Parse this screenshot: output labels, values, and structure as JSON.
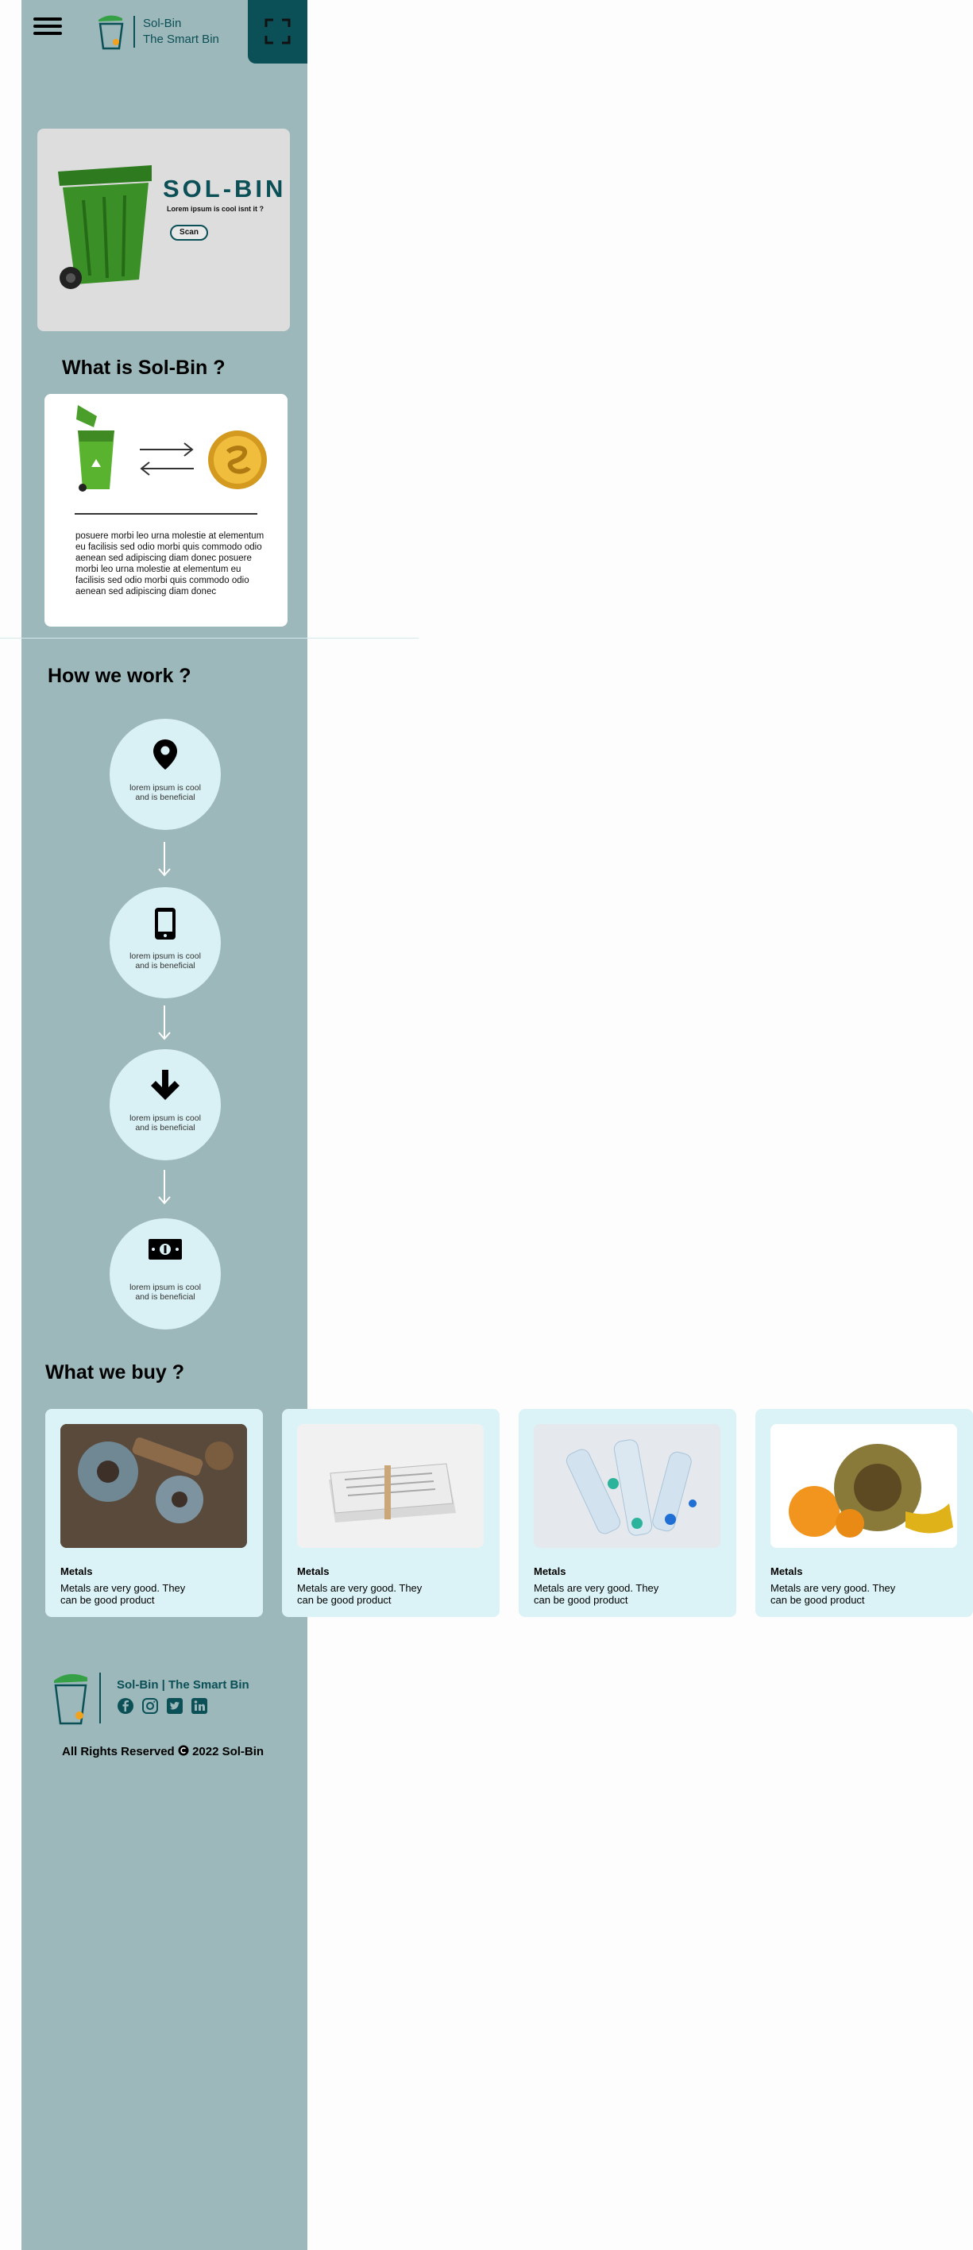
{
  "header": {
    "brand_line1": "Sol-Bin",
    "brand_line2": "The Smart Bin",
    "menu_icon": "hamburger-icon",
    "scan_icon": "scan-frame-icon"
  },
  "hero": {
    "title": "SOL-BIN",
    "subtitle": "Lorem ipsum is cool isnt it ?",
    "scan_label": "Scan"
  },
  "what": {
    "heading": "What is Sol-Bin ?",
    "text": "posuere morbi leo urna molestie at elementum eu facilisis sed odio morbi quis commodo odio aenean sed adipiscing diam donec posuere morbi leo urna molestie at elementum eu facilisis sed odio morbi quis commodo odio aenean sed adipiscing diam donec"
  },
  "how": {
    "heading": "How we work ?",
    "steps": [
      {
        "icon": "location-pin-icon",
        "line1": "lorem ipsum is cool",
        "line2": "and is beneficial"
      },
      {
        "icon": "smartphone-icon",
        "line1": "lorem ipsum is cool",
        "line2": "and is beneficial"
      },
      {
        "icon": "arrow-down-icon",
        "line1": "lorem ipsum is cool",
        "line2": "and is beneficial"
      },
      {
        "icon": "money-bill-icon",
        "line1": "lorem ipsum is cool",
        "line2": "and is beneficial"
      }
    ]
  },
  "buy": {
    "heading": "What we buy ?",
    "cards": [
      {
        "title": "Metals",
        "desc1": "Metals are very good. They",
        "desc2": "can be good product"
      },
      {
        "title": "Metals",
        "desc1": "Metals are very good. They",
        "desc2": "can be good product"
      },
      {
        "title": "Metals",
        "desc1": "Metals are very good. They",
        "desc2": "can be good product"
      },
      {
        "title": "Metals",
        "desc1": "Metals are very good. They",
        "desc2": "can be good product"
      }
    ]
  },
  "footer": {
    "brand": "Sol-Bin | The Smart Bin",
    "rights": "All Rights Reserved",
    "copyright_year": "2022 Sol-Bin",
    "social_icons": [
      "facebook-icon",
      "instagram-icon",
      "twitter-icon",
      "linkedin-icon"
    ]
  },
  "colors": {
    "strip": "#9cb8ba",
    "brand_teal": "#0b5057",
    "step_circle": "#d9f1f4",
    "card_bg": "#dbf3f6",
    "bin_green": "#2d7a1f"
  }
}
